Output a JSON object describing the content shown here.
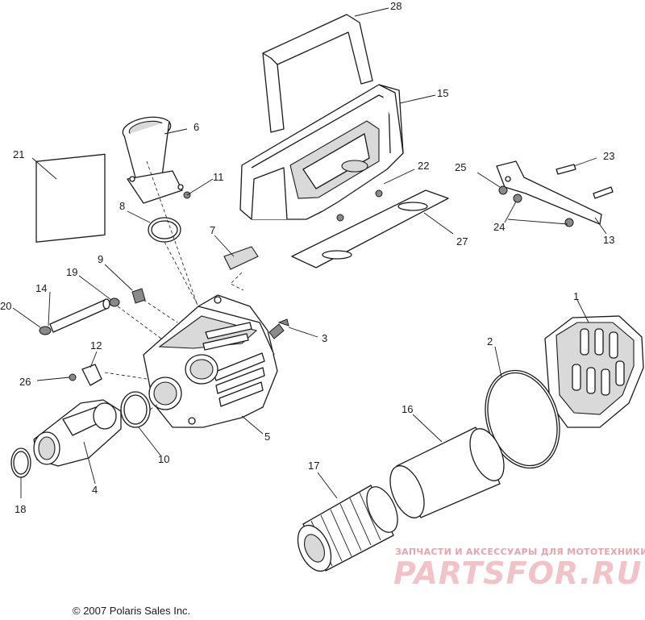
{
  "diagram": {
    "callouts": [
      "1",
      "2",
      "3",
      "4",
      "5",
      "6",
      "7",
      "8",
      "9",
      "10",
      "11",
      "12",
      "13",
      "14",
      "15",
      "16",
      "17",
      "18",
      "19",
      "20",
      "21",
      "22",
      "23",
      "24",
      "25",
      "26",
      "27",
      "28"
    ],
    "copyright": "© 2007 Polaris Sales Inc.",
    "watermark": {
      "tagline": "ЗАПЧАСТИ И АКСЕССУАРЫ ДЛЯ МОТОТЕХНИКИ",
      "brand": "PARTSFOR.RU"
    }
  }
}
